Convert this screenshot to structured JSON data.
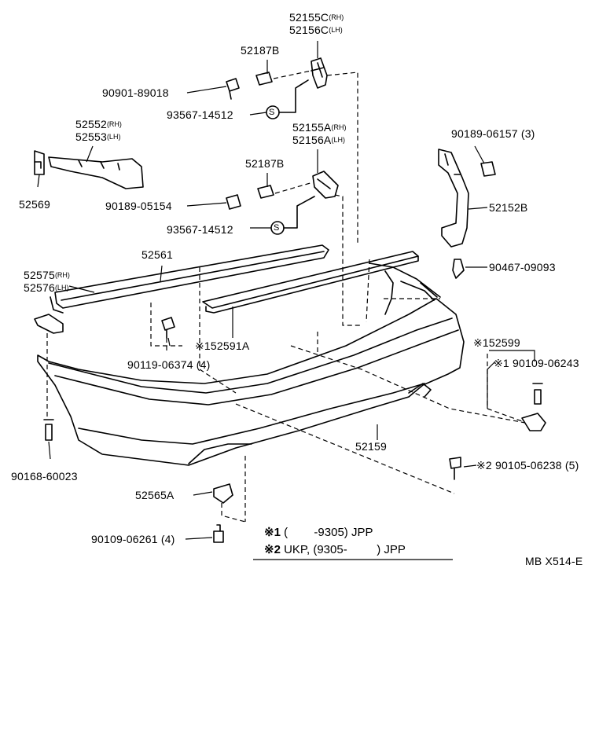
{
  "labels": {
    "p52155C": "52155C",
    "p52155C_side": "(RH)",
    "p52156C": "52156C",
    "p52156C_side": "(LH)",
    "p52187B_top": "52187B",
    "p90901": "90901-89018",
    "p93567_top": "93567-14512",
    "p52552": "52552",
    "p52552_side": "(RH)",
    "p52553": "52553",
    "p52553_side": "(LH)",
    "p52155A": "52155A",
    "p52155A_side": "(RH)",
    "p52156A": "52156A",
    "p52156A_side": "(LH)",
    "p52187B_mid": "52187B",
    "p90189_05154": "90189-05154",
    "p93567_mid": "93567-14512",
    "p52569": "52569",
    "p90189_06157": "90189-06157",
    "p90189_06157_qty": "(3)",
    "p52152B": "52152B",
    "p90467": "90467-09093",
    "p52561": "52561",
    "p52575": "52575",
    "p52575_side": "(RH)",
    "p52576": "52576",
    "p52576_side": "(LH)",
    "p52591A": "※152591A",
    "p90119": "90119-06374 (4)",
    "p52599": "※152599",
    "p90109_06243": "※1 90109-06243",
    "p52159": "52159",
    "p90168": "90168-60023",
    "p90105": "※2 90105-06238 (5)",
    "p52565A": "52565A",
    "p90109_06261": "90109-06261 (4)",
    "circle_s": "S"
  },
  "notes": {
    "n1_mark": "※1",
    "n1_text": "(        -9305) JPP",
    "n2_mark": "※2",
    "n2_text": "UKP, (9305-         ) JPP"
  },
  "footer": {
    "code": "MB X514-E"
  }
}
